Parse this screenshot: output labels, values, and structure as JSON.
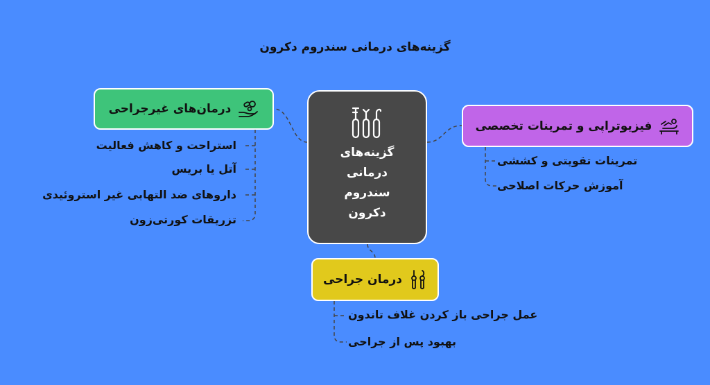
{
  "title": "گزینه‌های درمانی سندروم دکرون",
  "center": {
    "lines": [
      "گزینه‌های",
      "درمانی",
      "سندروم",
      "دکرون"
    ],
    "icon": "surgical-tools-icon"
  },
  "branches": {
    "non_surgical": {
      "label": "درمان‌های غیرجراحی",
      "icon": "hand-pills-icon",
      "color": "#3ec47a",
      "items": [
        "استراحت و کاهش فعالیت",
        "آتل یا بریس",
        "داروهای ضد التهابی غیر استروئیدی",
        "تزریقات کورتی‌زون"
      ]
    },
    "physio": {
      "label": "فیزیوتراپی و تمرینات تخصصی",
      "icon": "massage-icon",
      "color": "#c065e8",
      "items": [
        "تمرینات تقویتی و کششی",
        "آموزش حرکات اصلاحی"
      ]
    },
    "surgical": {
      "label": "درمان جراحی",
      "icon": "scalpel-tools-icon",
      "color": "#e1c91c",
      "items": [
        "عمل جراحی باز کردن غلاف تاندون",
        "بهبود پس از جراحی"
      ]
    }
  },
  "colors": {
    "background": "#4a8cff",
    "center_fill": "#484848",
    "connector": "#444444"
  }
}
